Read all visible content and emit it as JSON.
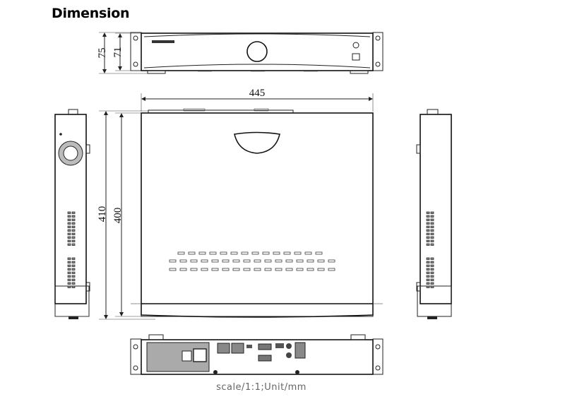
{
  "title": "Dimension",
  "dimensions": {
    "front_height_overall": "75",
    "front_height_body": "71",
    "width": "445",
    "depth_overall": "410",
    "depth_body": "400"
  },
  "scale_note": "scale/1:1;Unit/mm"
}
